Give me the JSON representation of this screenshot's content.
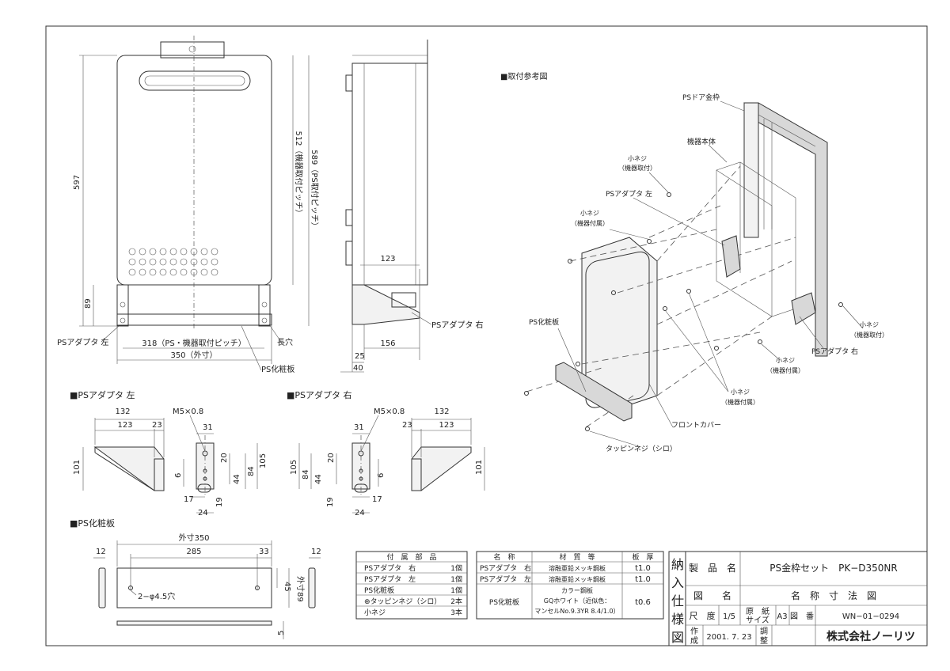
{
  "front": {
    "dim_597": "597",
    "dim_512": "512（機器取付ピッチ）",
    "dim_589": "589（PS取付ピッチ）",
    "dim_89": "89",
    "dim_318": "318（PS・機器取付ピッチ）",
    "dim_350": "350（外寸）",
    "ps_adapter_left": "PSアダプタ 左",
    "long_hole": "長穴",
    "ps_panel": "PS化粧板"
  },
  "side": {
    "dim_123": "123",
    "dim_156": "156",
    "dim_25": "25",
    "dim_40": "40",
    "ps_adapter_right": "PSアダプタ 右"
  },
  "install": {
    "title": "■取付参考図",
    "ps_door_frame": "PSドア金枠",
    "unit_body": "機器本体",
    "screw_unit_mount": [
      "小ネジ",
      "（機器取付）"
    ],
    "ps_adapter_left": "PSアダプタ 左",
    "screw_accessory": [
      "小ネジ",
      "（機器付属）"
    ],
    "ps_panel": "PS化粧板",
    "front_cover": "フロントカバー",
    "tapping_screw": "タッピンネジ（シロ）",
    "screw_right_mount": [
      "小ネジ",
      "（機器取付）"
    ],
    "ps_adapter_right": "PSアダプタ 右",
    "screw_right_acc": [
      "小ネジ",
      "（機器付属）"
    ],
    "screw_bottom_acc": [
      "小ネジ",
      "（機器付属）"
    ]
  },
  "adapter_left": {
    "title": "■PSアダプタ 左",
    "d132": "132",
    "d123": "123",
    "d23": "23",
    "d101": "101",
    "m5": "M5×0.8",
    "d31": "31",
    "d20": "20",
    "d105": "105",
    "d84": "84",
    "d6": "6",
    "d44": "44",
    "d17": "17",
    "d19": "19",
    "d24": "24"
  },
  "adapter_right": {
    "title": "■PSアダプタ 右",
    "m5": "M5×0.8",
    "d132": "132",
    "d123": "123",
    "d23": "23",
    "d31": "31",
    "d105": "105",
    "d84": "84",
    "d20": "20",
    "d44": "44",
    "d6": "6",
    "d101": "101",
    "d17": "17",
    "d19": "19",
    "d24": "24"
  },
  "panel": {
    "title": "■PS化粧板",
    "outer": "外寸350",
    "d285": "285",
    "d33": "33",
    "d12a": "12",
    "d12b": "12",
    "holes": "2−φ4.5穴",
    "d45": "45",
    "d89": "外寸89",
    "d5": "5"
  },
  "parts_table": {
    "header": "付　属　部　品",
    "rows": [
      {
        "name": "PSアダプタ　右",
        "qty": "1個"
      },
      {
        "name": "PSアダプタ　左",
        "qty": "1個"
      },
      {
        "name": "PS化粧板",
        "qty": "1個"
      },
      {
        "name": "⊕タッピンネジ（シロ）",
        "qty": "2本"
      },
      {
        "name": "小ネジ",
        "qty": "3本"
      }
    ]
  },
  "material_table": {
    "headers": [
      "名　称",
      "材　質　等",
      "板　厚"
    ],
    "rows": [
      {
        "name": "PSアダプタ　右",
        "material": "溶融亜鉛メッキ鋼板",
        "thick": "t1.0"
      },
      {
        "name": "PSアダプタ　左",
        "material": "溶融亜鉛メッキ鋼板",
        "thick": "t1.0"
      },
      {
        "name": "PS化粧板",
        "material1": "カラー鋼板",
        "material2": "GQホワイト（近似色：",
        "material3": "マンセルNo.9.3YR 8.4/1.0）",
        "thick": "t0.6"
      }
    ]
  },
  "title_block": {
    "side": [
      "納",
      "入",
      "仕",
      "様",
      "図"
    ],
    "product_label": "製　品　名",
    "product": "PS金枠セット　PK−D350NR",
    "drawing_label": "図　　名",
    "drawing": "名　称　寸　法　図",
    "scale_label": "尺　度",
    "scale": "1/5",
    "paper_label1": "原　紙",
    "paper_label2": "サイズ",
    "paper": "A3",
    "number_label": "図　番",
    "number": "WN−01−0294",
    "made_label1": "作",
    "made_label2": "成",
    "date": "2001. 7. 23",
    "check_label1": "調",
    "check_label2": "整",
    "company": "株式会社ノーリツ"
  }
}
